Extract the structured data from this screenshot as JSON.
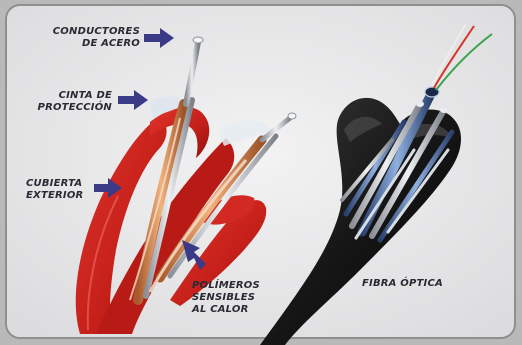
{
  "labels": {
    "conductores": [
      "CONDUCTORES",
      "DE ACERO"
    ],
    "cinta": [
      "CINTA DE",
      "PROTECCIÓN"
    ],
    "cubierta": [
      "CUBIERTA",
      "EXTERIOR"
    ],
    "polimeros": [
      "POLÍMEROS",
      "SENSIBLES",
      "AL CALOR"
    ],
    "fibra": [
      "FIBRA ÓPTICA"
    ]
  },
  "colors": {
    "frame_border": "#9a9a9c",
    "panel_bg": "#e9e9ea",
    "arrow": "#3b3a86",
    "jacket_red": "#c8201b",
    "jacket_black": "#141414",
    "steel": "#c9cdd2",
    "copper": "#d98a4f",
    "fiber_blue": "#3a5a9a"
  },
  "icons": [
    "arrow-right-icon",
    "arrow-up-icon"
  ]
}
